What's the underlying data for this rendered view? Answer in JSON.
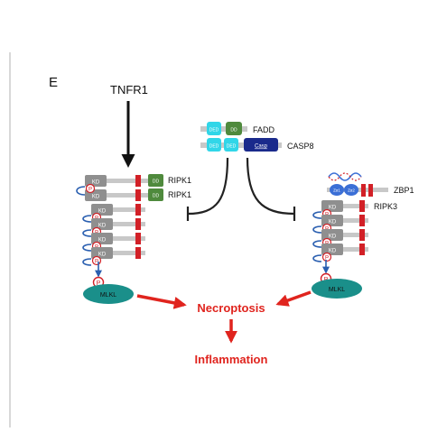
{
  "panel_label": "E",
  "receptor_label": "TNFR1",
  "fadd": {
    "label": "FADD",
    "domains": [
      "DED",
      "DD"
    ]
  },
  "casp8": {
    "label": "CASP8",
    "domains": [
      "DED",
      "DED",
      "Casp"
    ]
  },
  "ripk1": {
    "labels": [
      "RIPK1",
      "RIPK1"
    ],
    "dd_text": "DD",
    "kd_text": "KD",
    "p_text": "P"
  },
  "zbp1": {
    "label": "ZBP1",
    "za_texts": [
      "Zα1",
      "Zα2"
    ]
  },
  "ripk3": {
    "label": "RIPK3",
    "kd_text": "KD",
    "p_text": "P"
  },
  "mlkl": {
    "left_label": "MLKL",
    "right_label": "MLKL",
    "p_text": "P"
  },
  "outcomes": {
    "necroptosis": "Necroptosis",
    "inflammation": "Inflammation"
  },
  "colors": {
    "kd_gray": "#8f8f8f",
    "rhim_red": "#d22027",
    "dd_green": "#4f8a3d",
    "ded_cyan": "#31d6e8",
    "casp_navy": "#1a2a8c",
    "mlkl_teal": "#1a8f8a",
    "za_blue": "#3b6fd6",
    "link_blue": "#2a5fb0",
    "arrow_red": "#e0241e",
    "inhibit_black": "#222222"
  }
}
